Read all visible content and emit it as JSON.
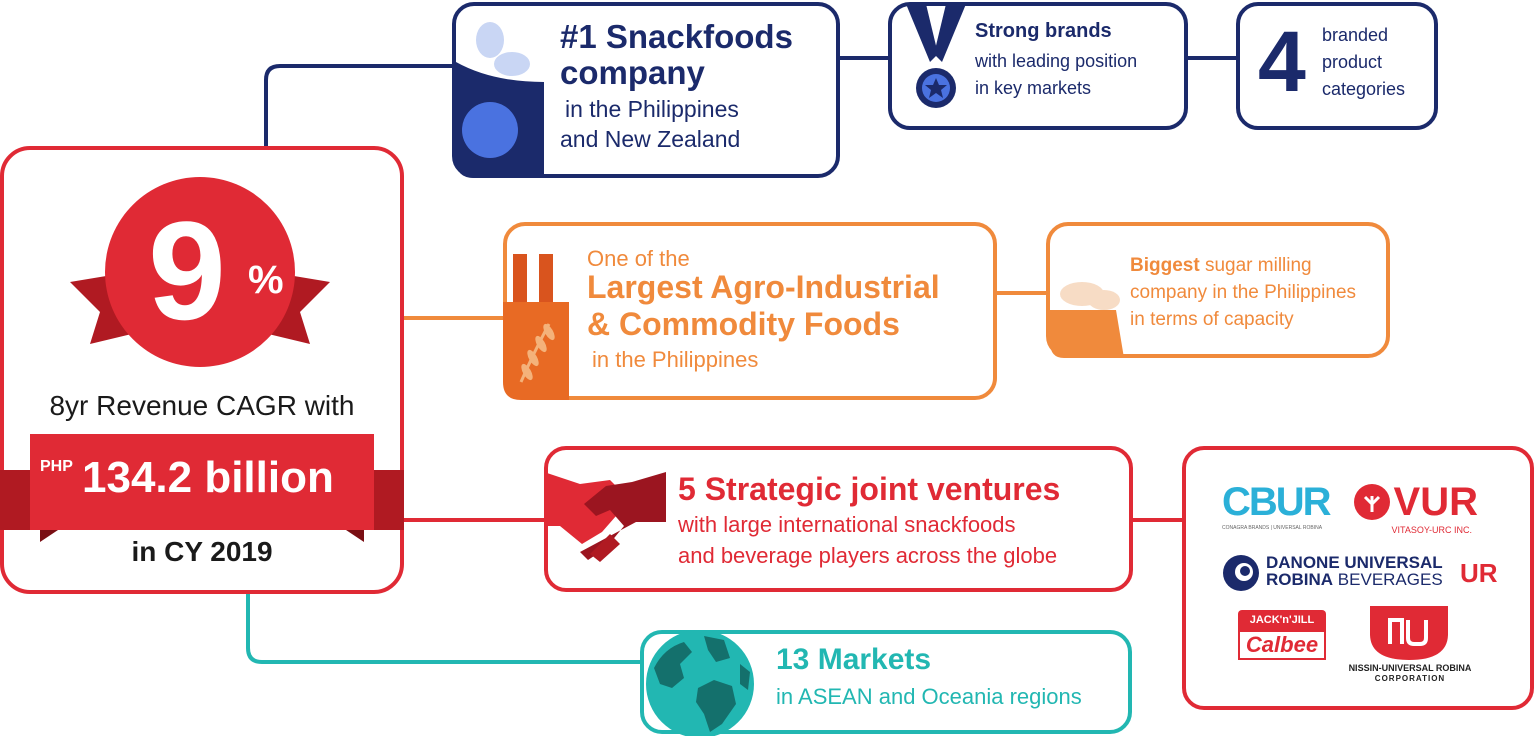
{
  "colors": {
    "navy": "#1b2a6b",
    "blue": "#4a72e0",
    "orange": "#f08a3c",
    "red": "#e02a35",
    "dark_red": "#b01a22",
    "teal": "#22b7b2"
  },
  "hero": {
    "percent_number": "9",
    "percent_sign": "%",
    "caption": "8yr Revenue CAGR with",
    "currency": "PHP",
    "amount": "134.2 billion",
    "year": "in CY 2019"
  },
  "snackfoods": {
    "title_line1": "#1 Snackfoods",
    "title_line2": "company",
    "sub_line1": "in the Philippines",
    "sub_line2": "and New Zealand"
  },
  "brands": {
    "title": "Strong brands",
    "line1": "with leading position",
    "line2": "in key markets"
  },
  "categories": {
    "number": "4",
    "line1": "branded",
    "line2": "product",
    "line3": "categories"
  },
  "agro": {
    "intro": "One of the",
    "title_line1": "Largest Agro-Industrial",
    "title_line2": "& Commodity Foods",
    "sub": "in the Philippines"
  },
  "sugar": {
    "bold": "Biggest",
    "line1_rest": " sugar milling",
    "line2": "company in the Philippines",
    "line3": "in terms of capacity"
  },
  "ventures": {
    "title": "5 Strategic joint ventures",
    "line1": "with large international snackfoods",
    "line2": "and beverage players across the globe"
  },
  "markets": {
    "title": "13 Markets",
    "sub": "in ASEAN and Oceania regions"
  },
  "logos": {
    "cbur_main": "CBUR",
    "cbur_small": "CONAGRA BRANDS | UNIVERSAL ROBINA",
    "vur_main": "VUR",
    "vur_small": "VITASOY-URC INC.",
    "danone_line1": "DANONE UNIVERSAL",
    "danone_line2_bold": "ROBINA",
    "danone_line2_rest": "BEVERAGES",
    "jack_line1": "JACK'n'JILL",
    "jack_line2": "Calbee",
    "nissin_line1": "NISSIN-UNIVERSAL ROBINA",
    "nissin_line2": "CORPORATION",
    "ur_mark": "UR"
  }
}
